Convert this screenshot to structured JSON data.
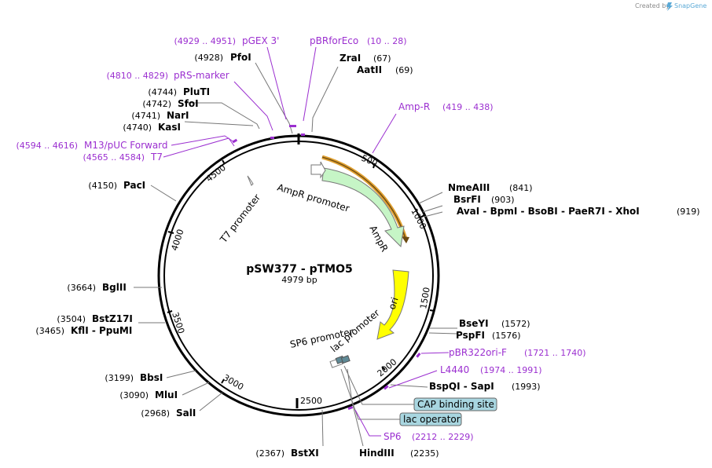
{
  "credit": {
    "prefix": "Created by",
    "brand": "SnapGene",
    "brand_color": "#5aa9d6"
  },
  "plasmid": {
    "name": "pSW377 - pTMO5",
    "size": "4979 bp"
  },
  "colors": {
    "primer": "#9b2fd0",
    "ampr_fill": "#c6f5c6",
    "ori_fill": "#ffff00",
    "ampr_outline": "#e0a030",
    "box_fill": "#a8d6e0"
  },
  "ticks": [
    {
      "label": "500"
    },
    {
      "label": "1000"
    },
    {
      "label": "1500"
    },
    {
      "label": "2000"
    },
    {
      "label": "2500"
    },
    {
      "label": "3000"
    },
    {
      "label": "3500"
    },
    {
      "label": "4000"
    },
    {
      "label": "4500"
    }
  ],
  "features": {
    "ampr_promoter": "AmpR promoter",
    "ampr": "AmpR",
    "ori": "ori",
    "t7_promoter": "T7 promoter",
    "sp6_promoter": "SP6 promoter",
    "lac_promoter": "lac promoter",
    "cap_binding_site": "CAP binding site",
    "lac_operator": "lac operator"
  },
  "enzymes": [
    {
      "pos": "(4928)",
      "name": "PfoI"
    },
    {
      "pos": "(67)",
      "name": "ZraI"
    },
    {
      "pos": "(69)",
      "name": "AatII"
    },
    {
      "pos": "(4744)",
      "name": "PluTI"
    },
    {
      "pos": "(4742)",
      "name": "SfoI"
    },
    {
      "pos": "(4741)",
      "name": "NarI"
    },
    {
      "pos": "(4740)",
      "name": "KasI"
    },
    {
      "pos": "(4150)",
      "name": "PacI"
    },
    {
      "pos": "(841)",
      "name": "NmeAIII"
    },
    {
      "pos": "(903)",
      "name": "BsrFI"
    },
    {
      "pos": "(919)",
      "name": "AvaI - BpmI - BsoBI - PaeR7I - XhoI"
    },
    {
      "pos": "(3664)",
      "name": "BglII"
    },
    {
      "pos": "(1572)",
      "name": "BseYI"
    },
    {
      "pos": "(1576)",
      "name": "PspFI"
    },
    {
      "pos": "(3504)",
      "name": "BstZ17I"
    },
    {
      "pos": "(3465)",
      "name": "KflI - PpuMI"
    },
    {
      "pos": "(3199)",
      "name": "BbsI"
    },
    {
      "pos": "(3090)",
      "name": "MluI"
    },
    {
      "pos": "(2968)",
      "name": "SalI"
    },
    {
      "pos": "(1993)",
      "name": "BspQI - SapI"
    },
    {
      "pos": "(2367)",
      "name": "BstXI"
    },
    {
      "pos": "(2235)",
      "name": "HindIII"
    }
  ],
  "primers": [
    {
      "range": "(4929 .. 4951)",
      "name": "pGEX 3'"
    },
    {
      "range": "(10 .. 28)",
      "name": "pBRforEco"
    },
    {
      "range": "(4810 .. 4829)",
      "name": "pRS-marker"
    },
    {
      "range": "(419 .. 438)",
      "name": "Amp-R"
    },
    {
      "range": "(4594 .. 4616)",
      "name": "M13/pUC Forward"
    },
    {
      "range": "(4565 .. 4584)",
      "name": "T7"
    },
    {
      "range": "(1721 .. 1740)",
      "name": "pBR322ori-F"
    },
    {
      "range": "(1974 .. 1991)",
      "name": "L4440"
    },
    {
      "range": "(2212 .. 2229)",
      "name": "SP6"
    }
  ]
}
